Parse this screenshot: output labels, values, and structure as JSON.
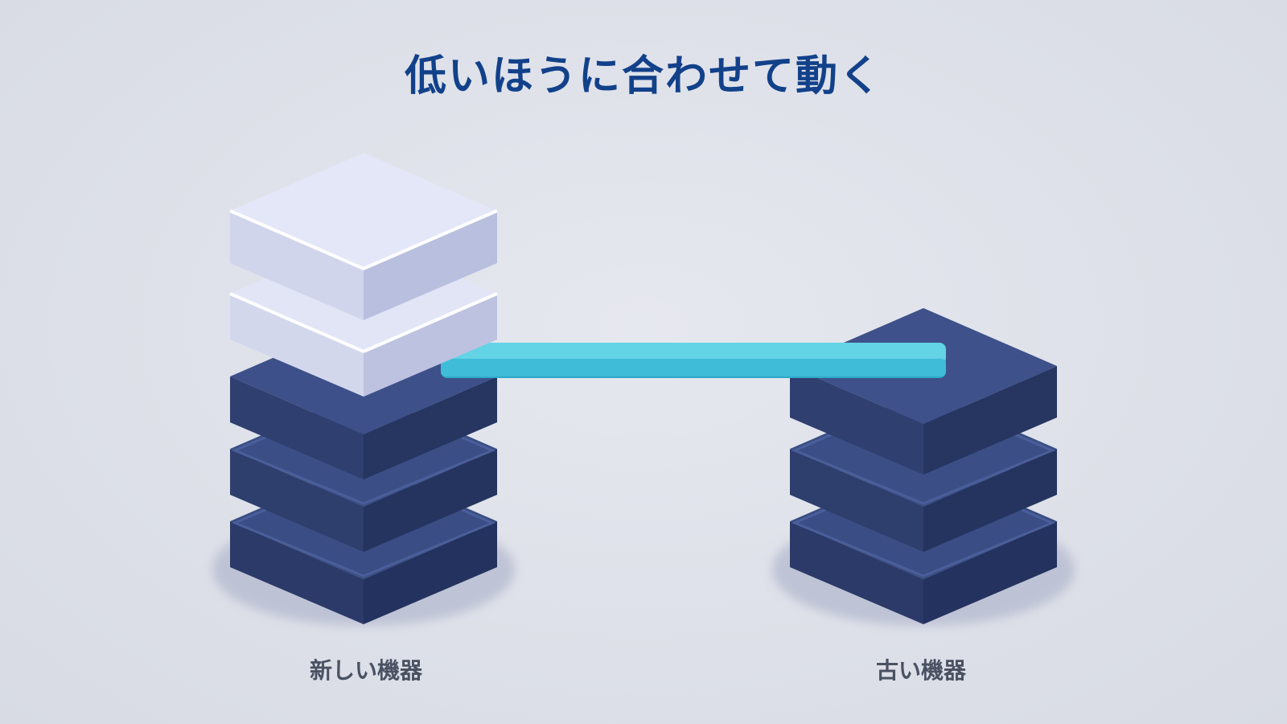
{
  "title": "低いほうに合わせて動く",
  "devices": {
    "new": {
      "label": "新しい機器",
      "layers_total": 5,
      "layers_active": 3,
      "layers_inactive": 2
    },
    "old": {
      "label": "古い機器",
      "layers_total": 3
    }
  },
  "colors": {
    "title": "#12418a",
    "active_layer": "#2c3d6e",
    "inactive_layer": "#d4d8ee",
    "connector": "#4fc7df",
    "label": "#4a5162"
  }
}
